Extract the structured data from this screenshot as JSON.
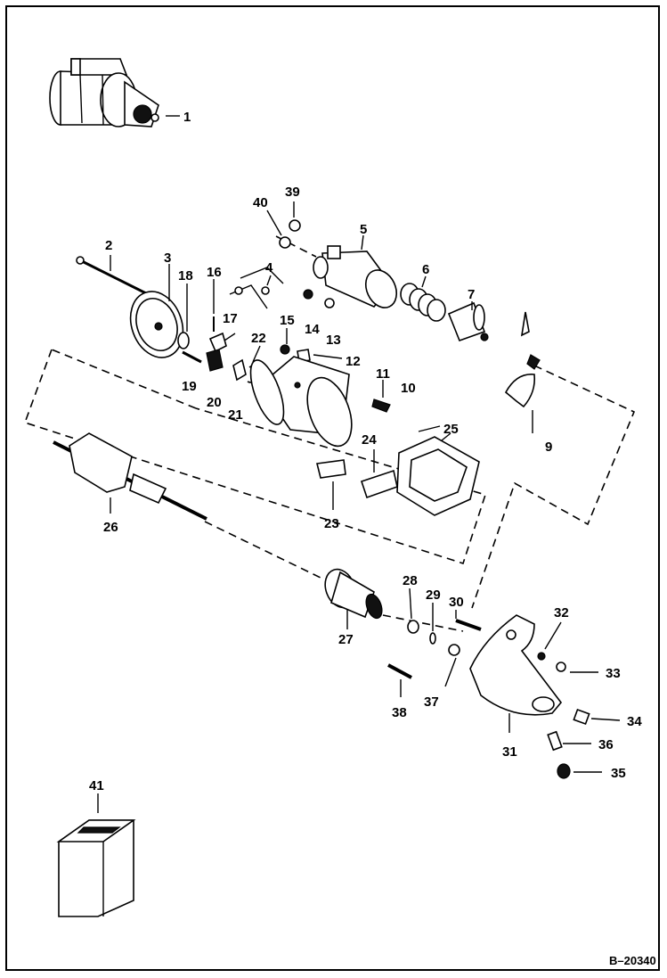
{
  "drawing_ref": "B–20340",
  "callouts": [
    {
      "id": "1",
      "text": "1"
    },
    {
      "id": "2",
      "text": "2"
    },
    {
      "id": "3",
      "text": "3"
    },
    {
      "id": "4",
      "text": "4"
    },
    {
      "id": "5",
      "text": "5"
    },
    {
      "id": "6",
      "text": "6"
    },
    {
      "id": "7",
      "text": "7"
    },
    {
      "id": "9",
      "text": "9"
    },
    {
      "id": "10",
      "text": "10"
    },
    {
      "id": "11",
      "text": "11"
    },
    {
      "id": "12",
      "text": "12"
    },
    {
      "id": "13",
      "text": "13"
    },
    {
      "id": "14",
      "text": "14"
    },
    {
      "id": "15",
      "text": "15"
    },
    {
      "id": "16",
      "text": "16"
    },
    {
      "id": "17",
      "text": "17"
    },
    {
      "id": "18",
      "text": "18"
    },
    {
      "id": "19",
      "text": "19"
    },
    {
      "id": "20",
      "text": "20"
    },
    {
      "id": "21",
      "text": "21"
    },
    {
      "id": "22",
      "text": "22"
    },
    {
      "id": "23",
      "text": "23"
    },
    {
      "id": "24",
      "text": "24"
    },
    {
      "id": "25",
      "text": "25"
    },
    {
      "id": "26",
      "text": "26"
    },
    {
      "id": "27",
      "text": "27"
    },
    {
      "id": "28",
      "text": "28"
    },
    {
      "id": "29",
      "text": "29"
    },
    {
      "id": "30",
      "text": "30"
    },
    {
      "id": "31",
      "text": "31"
    },
    {
      "id": "32",
      "text": "32"
    },
    {
      "id": "33",
      "text": "33"
    },
    {
      "id": "34",
      "text": "34"
    },
    {
      "id": "35",
      "text": "35"
    },
    {
      "id": "36",
      "text": "36"
    },
    {
      "id": "37",
      "text": "37"
    },
    {
      "id": "38",
      "text": "38"
    },
    {
      "id": "39",
      "text": "39"
    },
    {
      "id": "40",
      "text": "40"
    },
    {
      "id": "41",
      "text": "41"
    }
  ]
}
